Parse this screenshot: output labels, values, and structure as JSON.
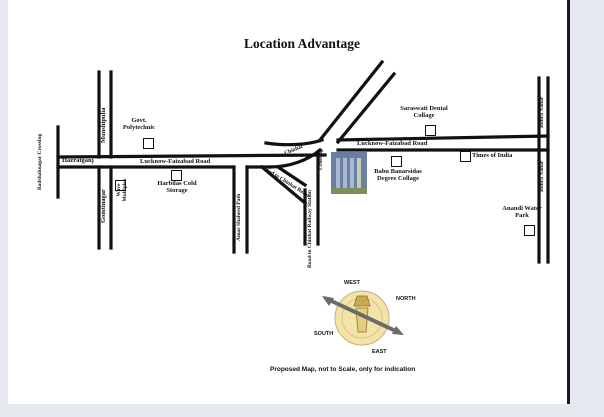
{
  "map": {
    "title": "Location Advantage",
    "note": "Proposed Map, not to Scale, only for indication",
    "colors": {
      "road": "#111111",
      "compass_fill": "#f3e3a6",
      "building": "#6b7fa3",
      "arrow": "#6b6b6b"
    },
    "roads": {
      "lucknow_faizabad_left": "Lucknow-Faizabad Road",
      "lucknow_faizabad_right": "Lucknow-Faizabad Road",
      "hazratganj": "Hazratganj",
      "badshahnagar": "Badshahnagar Crossing",
      "munshipulia": "Munshipulia",
      "gomtinagar": "Gomtinagar",
      "amar_shaheed": "Amar Shaheed Path",
      "chinhat": "Chinhat",
      "chinhat_crossing": "Crossing",
      "road_to_chinhat_bazar": "Road to Chinhat Bazar",
      "road_to_chinhat_station": "Road to Chinhat Railway Station",
      "indira_nahar_top": "Indira Nahar",
      "indira_nahar_bottom": "Indira Nahar"
    },
    "places": {
      "govt_polytechnic": "Govt. Polytechnic",
      "saraswati_dental": "Saraswati Dental Collage",
      "babu_banarsidas": "Babu Banarsidas Degree Collage",
      "times_of_india": "Times of India",
      "anandi_water_park": "Anandi Water Park",
      "harbilas": "Harbilas Cold Storage",
      "wave_multiplex": "Wave Multiplex"
    },
    "compass": {
      "west": "WEST",
      "north": "NORTH",
      "south": "SOUTH",
      "east": "EAST"
    }
  }
}
